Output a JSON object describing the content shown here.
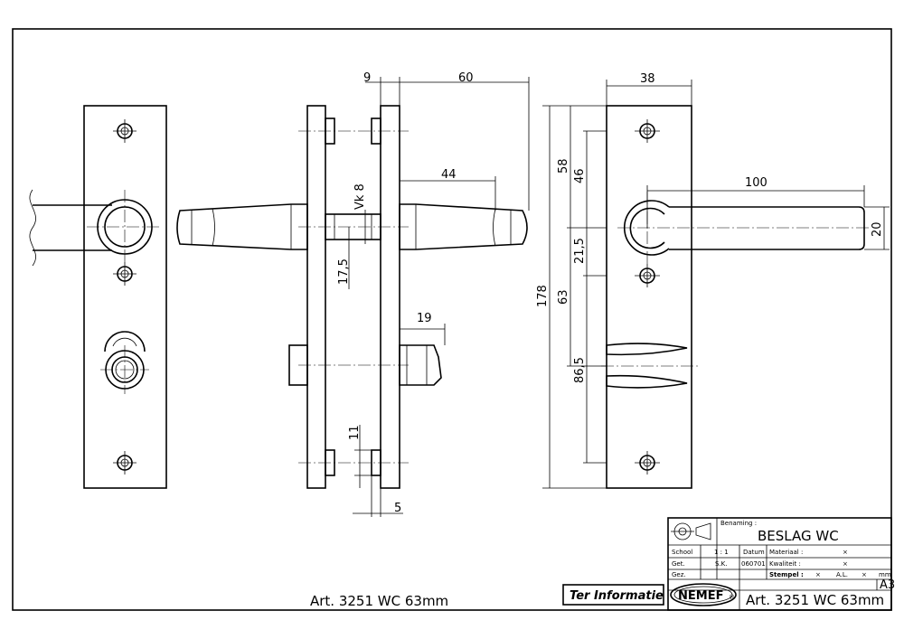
{
  "title_block": {
    "benaming_label": "Benaming :",
    "benaming_value": "BESLAG WC",
    "school_label": "School",
    "school_value": "1 : 1",
    "datum_label": "Datum",
    "materiaal_label": "Materiaal :",
    "materiaal_value": "×",
    "get_label": "Get.",
    "get_value": "S.K.",
    "date_value": "060701",
    "kwaliteit_label": "Kwaliteit :",
    "kwaliteit_value": "×",
    "gez_label": "Gez.",
    "stempel_label": "Stempel :",
    "stempel_x1": "×",
    "al_label": "A.L.",
    "stempel_x2": "×",
    "mm_label": "mm",
    "sheet_size": "A3",
    "brand": "NEMEF",
    "brand_mark": "®",
    "article": "Art. 3251  WC  63mm"
  },
  "ter_informatie": "Ter  Informatie",
  "article_bottom": "Art. 3251  WC  63mm",
  "dimensions": {
    "side_9": "9",
    "side_60": "60",
    "side_44": "44",
    "side_vk8": "Vk 8",
    "side_17_5": "17,5",
    "side_19": "19",
    "side_11": "11",
    "side_5": "5",
    "front_38": "38",
    "front_100": "100",
    "front_20": "20",
    "front_58": "58",
    "front_46": "46",
    "front_21_5": "21,5",
    "front_178": "178",
    "front_63": "63",
    "front_86_5": "86,5"
  }
}
